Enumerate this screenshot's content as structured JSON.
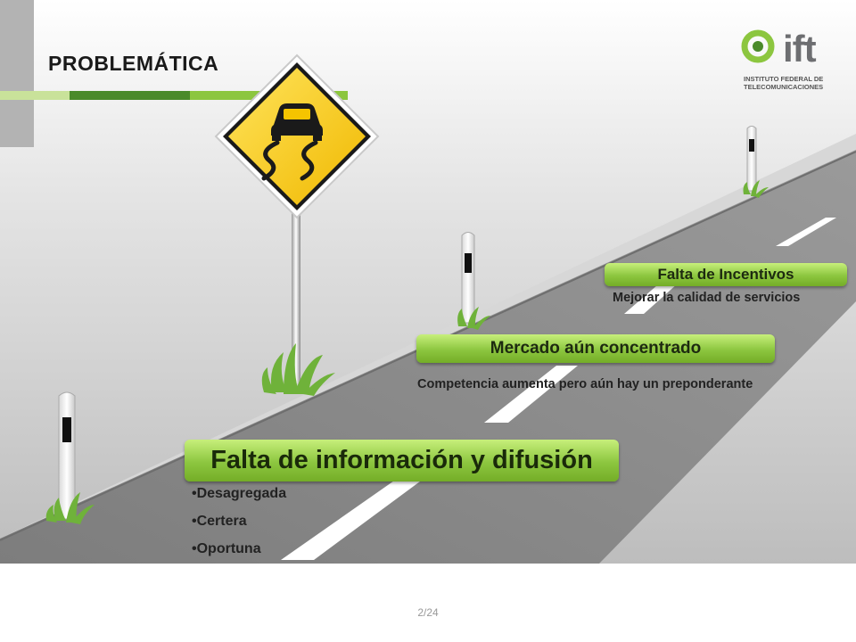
{
  "header": {
    "title": "PROBLEMÁTICA"
  },
  "logo": {
    "text": "ift",
    "line1": "INSTITUTO FEDERAL DE",
    "line2": "TELECOMUNICACIONES"
  },
  "sections": [
    {
      "label": "Falta de Incentivos",
      "description": "Mejorar la calidad de servicios"
    },
    {
      "label": "Mercado aún concentrado",
      "description": "Competencia aumenta pero aún hay un preponderante"
    },
    {
      "label": "Falta de información y difusión",
      "bullets": [
        "•Desagregada",
        "•Certera",
        "•Oportuna"
      ]
    }
  ],
  "footer": {
    "page": "2/24"
  },
  "colors": {
    "accent_green": "#8cc63f",
    "dark_green": "#4a8a2a",
    "sign_yellow": "#f5c400",
    "road_gray": "#8a8a8a"
  },
  "icons": {
    "sign": "slippery-road-sign-icon",
    "posts": "road-delineator-post-icon",
    "grass": "grass-tuft-icon"
  }
}
